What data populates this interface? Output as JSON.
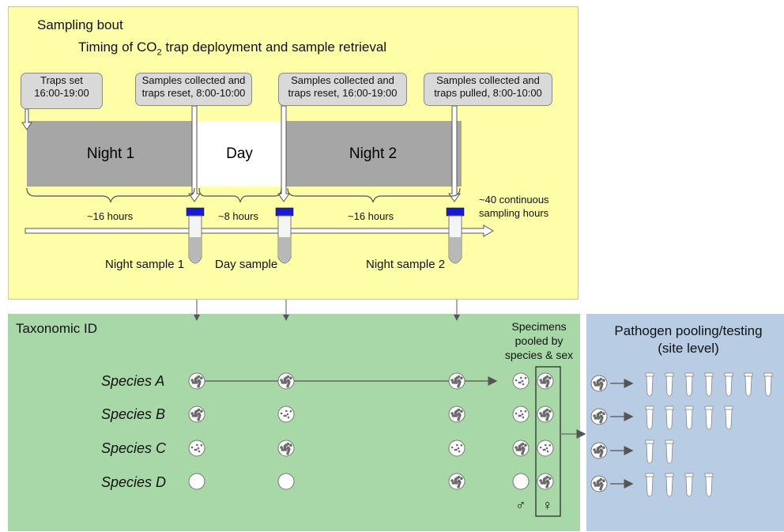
{
  "bout": {
    "title": "Sampling bout",
    "subtitle_pre": "Timing of CO",
    "subtitle_sub": "2",
    "subtitle_post": " trap deployment and sample retrieval"
  },
  "callouts": [
    {
      "line1": "Traps set",
      "line2": "16:00-19:00"
    },
    {
      "line1": "Samples collected and",
      "line2": "traps reset, 8:00-10:00"
    },
    {
      "line1": "Samples collected and",
      "line2": "traps reset, 16:00-19:00"
    },
    {
      "line1": "Samples collected and",
      "line2": "traps pulled, 8:00-10:00"
    }
  ],
  "periods": [
    "Night 1",
    "Day",
    "Night 2"
  ],
  "durations": [
    "~16 hours",
    "~8 hours",
    "~16 hours"
  ],
  "continuous": {
    "line1": "~40 continuous",
    "line2": "sampling hours"
  },
  "samples": [
    "Night sample 1",
    "Day sample",
    "Night sample 2"
  ],
  "taxonomic": {
    "title": "Taxonomic ID",
    "pooled": {
      "line1": "Specimens",
      "line2": "pooled by",
      "line3": "species & sex"
    },
    "species": [
      "Species A",
      "Species B",
      "Species C",
      "Species D"
    ],
    "male_symbol": "♂",
    "female_symbol": "♀"
  },
  "pathogen": {
    "line1": "Pathogen pooling/testing",
    "line2": "(site level)"
  },
  "tube_counts": [
    7,
    5,
    2,
    4
  ],
  "colors": {
    "bout_bg": "#fefea8",
    "taxo_bg": "#a8d8a8",
    "path_bg": "#b8cce4",
    "night": "#a6a6a6",
    "cap": "#1a1acd"
  }
}
